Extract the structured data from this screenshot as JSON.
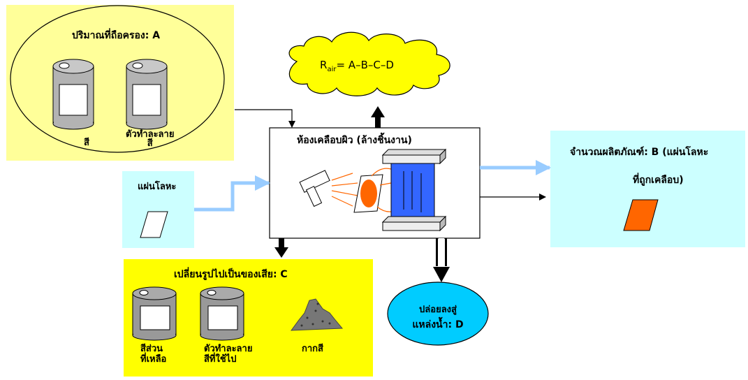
{
  "storage": {
    "title": "ปริมาณที่ถือครอง: A",
    "paint": "สี",
    "solvent": "ตัวทำละลาย\nสี"
  },
  "emission": {
    "r": "R",
    "sub": "air",
    "formula": "= A–B–C–D"
  },
  "chamber": {
    "title": "ห้องเคลือบผิว (ล้างชิ้นงาน)"
  },
  "input": {
    "label": "แผ่นโลหะ"
  },
  "product": {
    "line1": "จำนวณผลิตภัณฑ์: B (แผ่นโลหะ",
    "line2": "ที่ถูกเคลือบ)"
  },
  "waste": {
    "title": "เปลี่ยนรูปไปเป็นของเสีย: C",
    "remaining_paint": "สีส่วน\nที่เหลือ",
    "used_solvent": "ตัวทำละลาย\nสีที่ใช้ไป",
    "sludge": "กากสี"
  },
  "water": {
    "line1": "ปล่อยลงสู่",
    "line2": "แหล่งน้ำ: D"
  },
  "colors": {
    "yellow": "#ffff99",
    "bright_yellow": "#ffff00",
    "cyan_box": "#ccffff",
    "cyan_ellipse": "#00ccff",
    "blue_arrow": "#99ccff",
    "booth_blue": "#3366ff",
    "spray_orange": "#ff6600"
  }
}
